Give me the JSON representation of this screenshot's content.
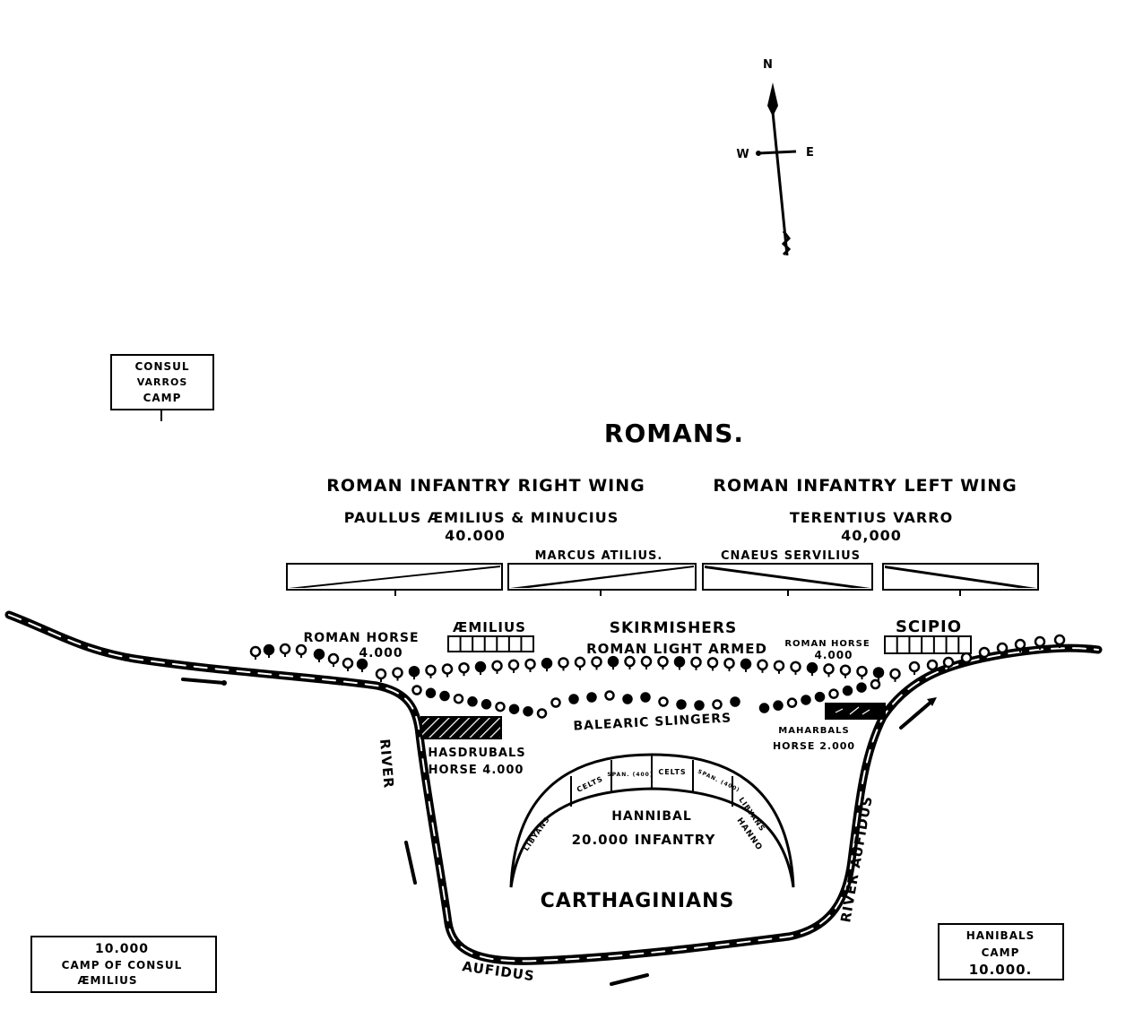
{
  "map": {
    "compass": {
      "north": "N",
      "west": "W",
      "east": "E"
    },
    "title_romans": "ROMANS.",
    "title_carthaginians": "CARTHAGINIANS",
    "roman_right_wing": {
      "title": "ROMAN INFANTRY RIGHT WING",
      "commanders": "PAULLUS ÆMILIUS & MINUCIUS",
      "strength": "40.000"
    },
    "roman_left_wing": {
      "title": "ROMAN INFANTRY LEFT WING",
      "commanders": "TERENTIUS VARRO",
      "strength": "40,000"
    },
    "center_commanders": {
      "left": "MARCUS ATILIUS.",
      "right": "CNAEUS SERVILIUS"
    },
    "roman_horse_right": {
      "title": "ROMAN HORSE",
      "strength": "4.000",
      "commander": "ÆMILIUS"
    },
    "roman_horse_left": {
      "title": "ROMAN HORSE",
      "strength": "4.000",
      "commander": "SCIPIO"
    },
    "skirmishers": {
      "title": "SKIRMISHERS",
      "subtitle": "ROMAN LIGHT ARMED"
    },
    "balearic": "BALEARIC SLINGERS",
    "hasdrubal": {
      "title": "HASDRUBALS",
      "subtitle": "HORSE 4.000"
    },
    "maharbal": {
      "title": "MAHARBALS",
      "subtitle": "HORSE 2.000"
    },
    "crescent": {
      "segments": [
        "LIBYANS",
        "CELTS",
        "SPAN. (400)",
        "CELTS",
        "SPAN. (400)",
        "LIBYANS"
      ],
      "commander": "HANNIBAL",
      "strength": "20.000 INFANTRY",
      "right_commander": "HANNO"
    },
    "river": {
      "west_label": "RIVER",
      "south_label": "AUFIDUS",
      "east_label": "RIVER AUFIDUS"
    },
    "camps": {
      "varro": [
        "CONSUL",
        "VARROS",
        "CAMP"
      ],
      "aemilius": [
        "10.000",
        "CAMP OF CONSUL",
        "ÆMILIUS"
      ],
      "hannibal": [
        "HANIBALS",
        "CAMP",
        "10.000."
      ]
    }
  }
}
